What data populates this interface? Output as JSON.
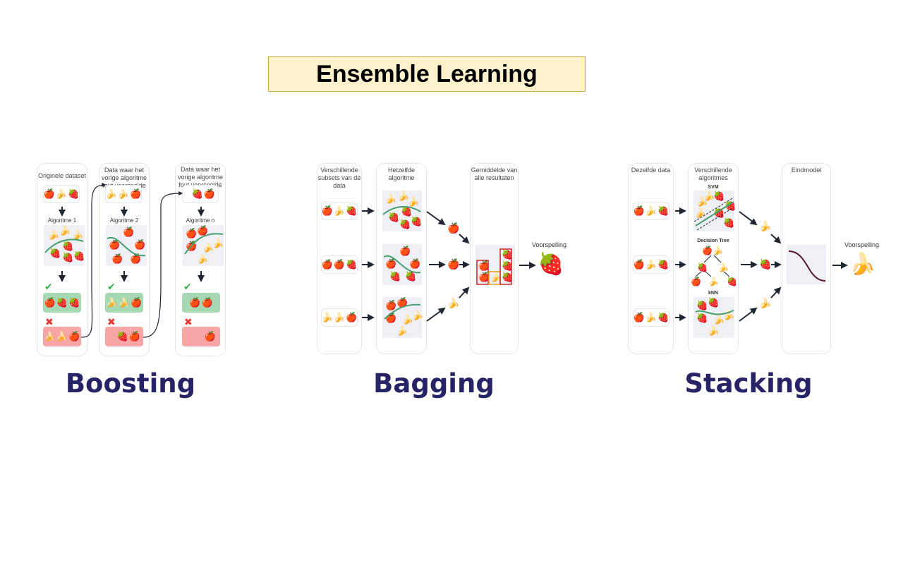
{
  "title": "Ensemble Learning",
  "sections": {
    "boosting": "Boosting",
    "bagging": "Bagging",
    "stacking": "Stacking"
  },
  "glyphs": {
    "apple": "🍎",
    "banana": "🍌",
    "strawberry": "🍓"
  },
  "colors": {
    "correct": "#2fb34a",
    "wrong": "#e53935",
    "label": "#262466"
  },
  "icons": {
    "correct": "check-icon",
    "wrong": "cross-icon",
    "arrow": "arrow-icon"
  },
  "boosting": {
    "col1_title": "Originele dataset",
    "col2_title": "Data waar het vorige algoritme fout voorspelde",
    "col3_title": "Data waar het vorige algoritme fout voorspelde",
    "algo1": "Algoritme 1",
    "algo2": "Algoritme 2",
    "algon": "Algoritme n",
    "check": "✔",
    "cross": "✖"
  },
  "bagging": {
    "col1_title": "Verschillende subsets van de data",
    "col2_title": "Hetzelfde algoritme",
    "col3_title": "Gemiddelde van alle resultaten",
    "output_label": "Voorspelling"
  },
  "stacking": {
    "col1_title": "Dezelfde data",
    "col2_title": "Verschillende algoritmes",
    "col3_title": "Eindmodel",
    "svm": "SVM",
    "tree": "Decision Tree",
    "knn": "kNN",
    "output_label": "Voorspelling"
  }
}
